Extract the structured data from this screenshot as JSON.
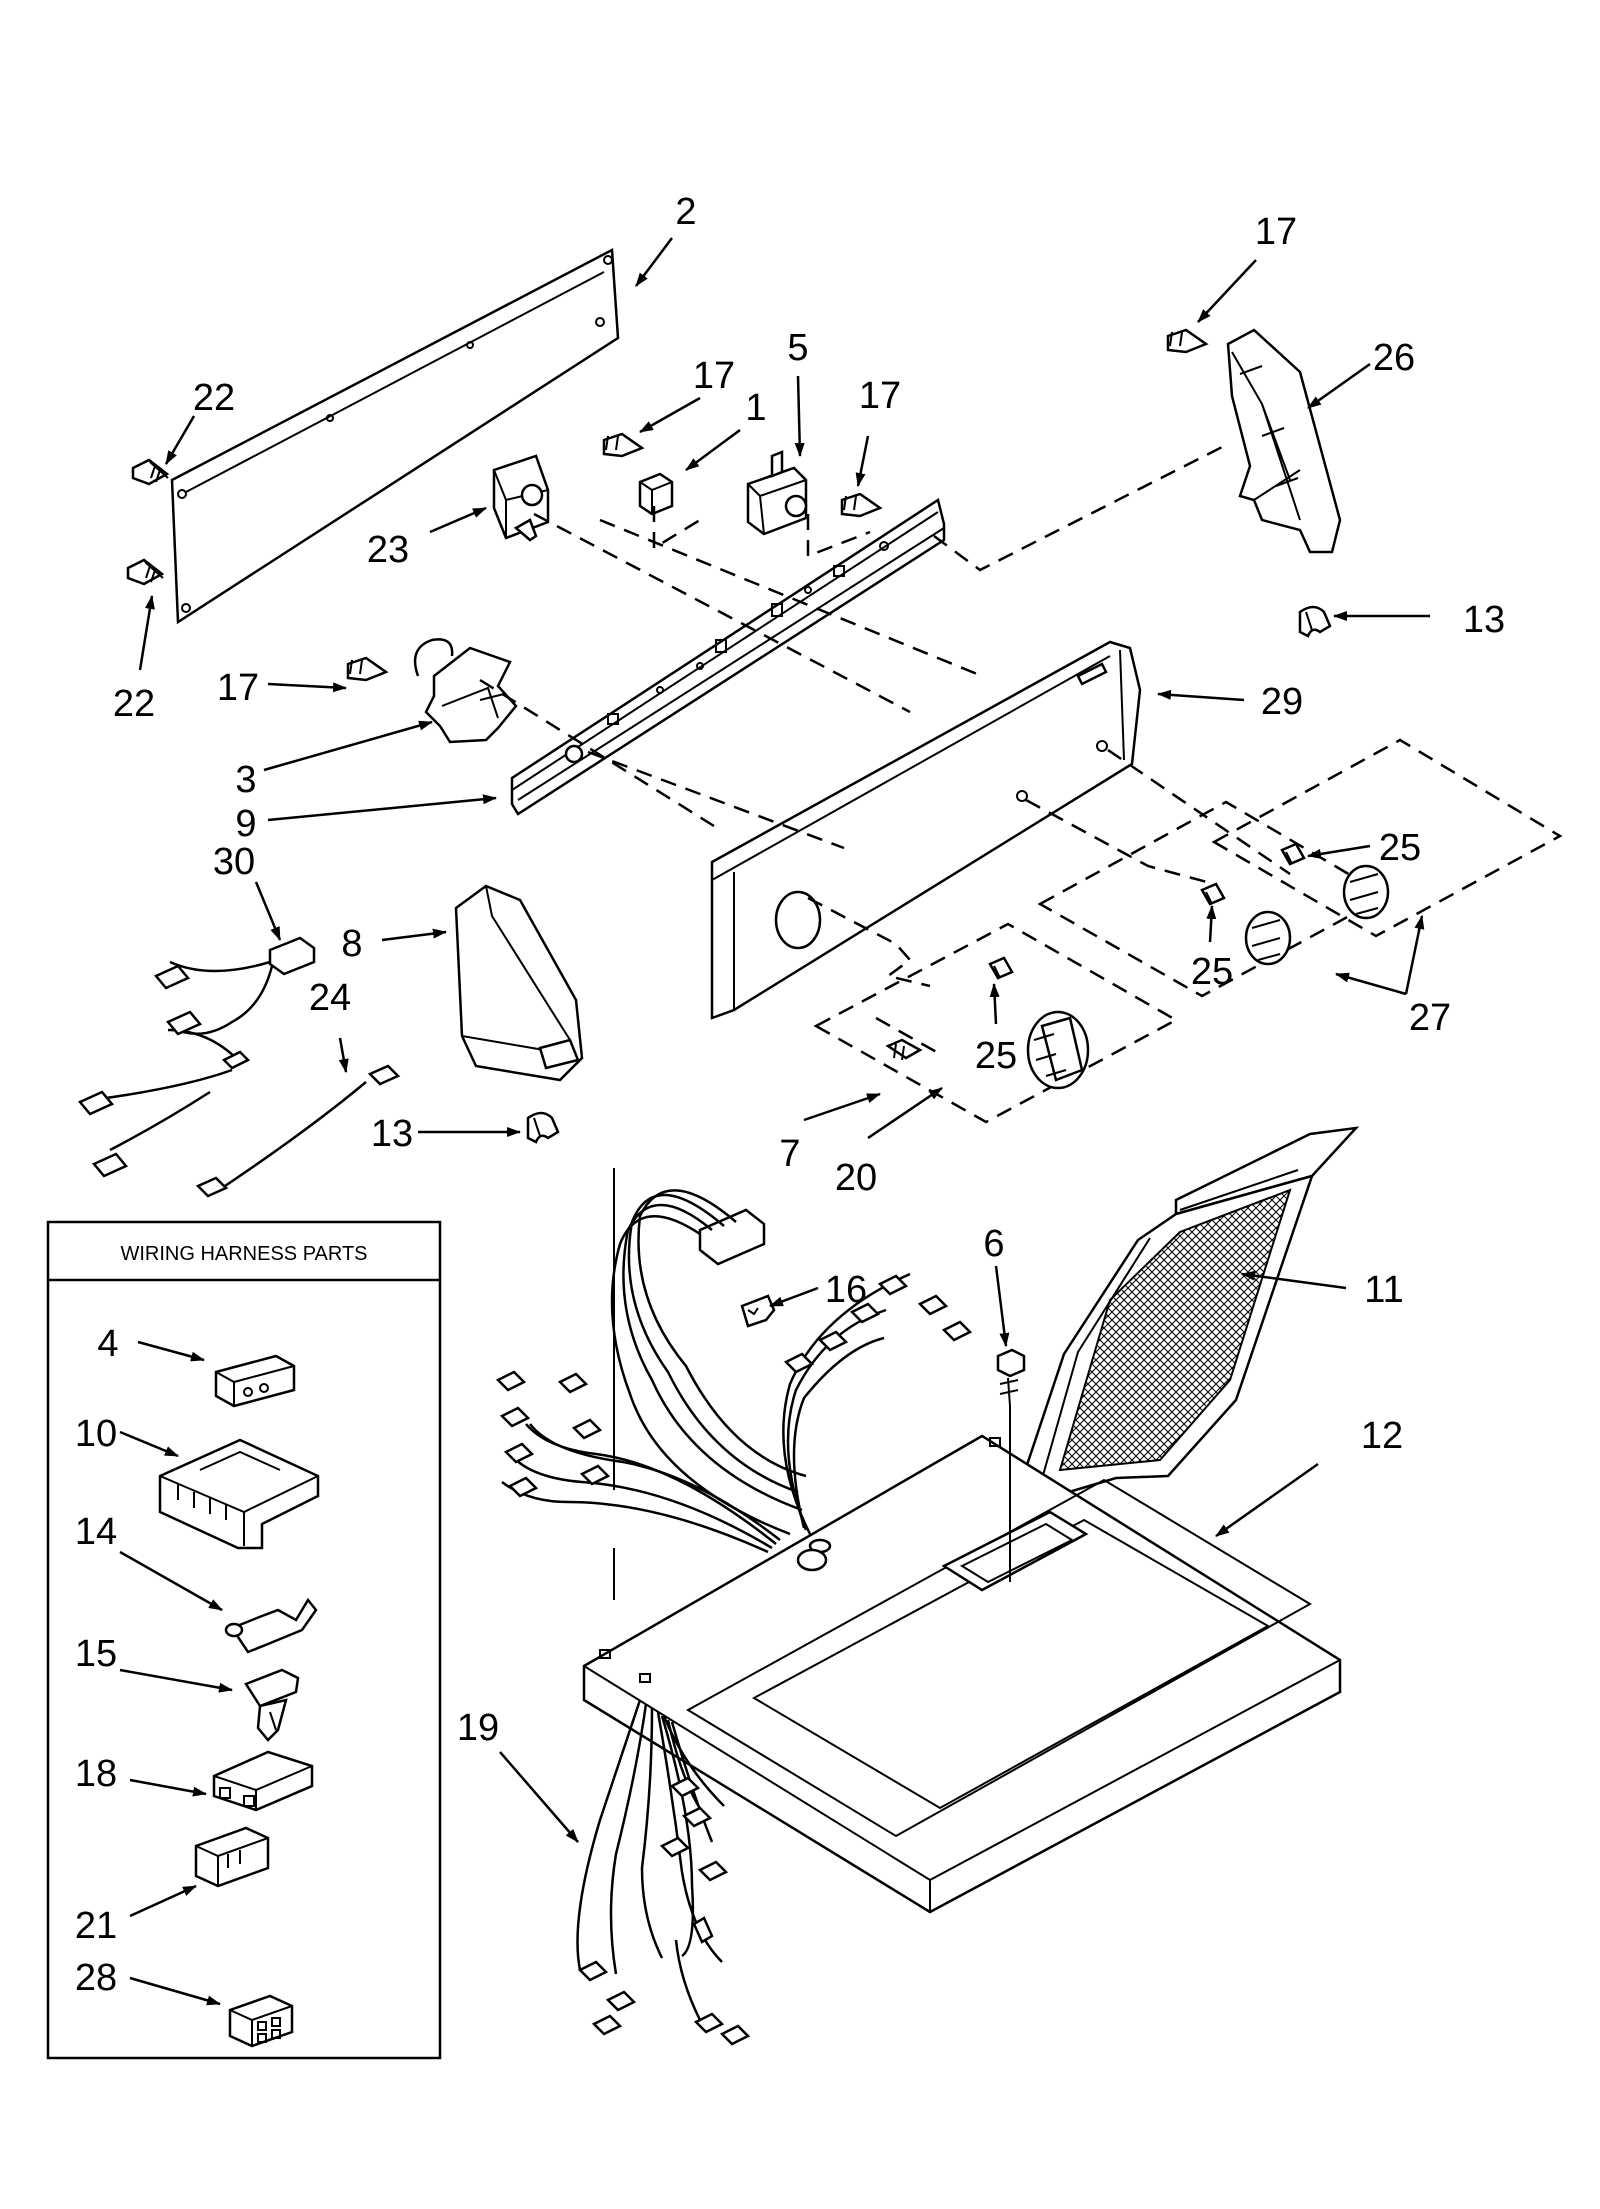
{
  "callouts": {
    "c2": "2",
    "c17a": "17",
    "c26": "26",
    "c22a": "22",
    "c17b": "17",
    "c1": "1",
    "c5": "5",
    "c17c": "17",
    "c23": "23",
    "c13a": "13",
    "c22b": "22",
    "c17d": "17",
    "c29": "29",
    "c3": "3",
    "c9": "9",
    "c30": "30",
    "c25a": "25",
    "c8": "8",
    "c24": "24",
    "c25b": "25",
    "c27": "27",
    "c25c": "25",
    "c13b": "13",
    "c7": "7",
    "c20": "20",
    "c6": "6",
    "c16": "16",
    "c11": "11",
    "c12": "12",
    "c19": "19"
  },
  "inset": {
    "title": "WIRING HARNESS PARTS",
    "labels": {
      "c4": "4",
      "c10": "10",
      "c14": "14",
      "c15": "15",
      "c18": "18",
      "c21": "21",
      "c28": "28"
    }
  }
}
